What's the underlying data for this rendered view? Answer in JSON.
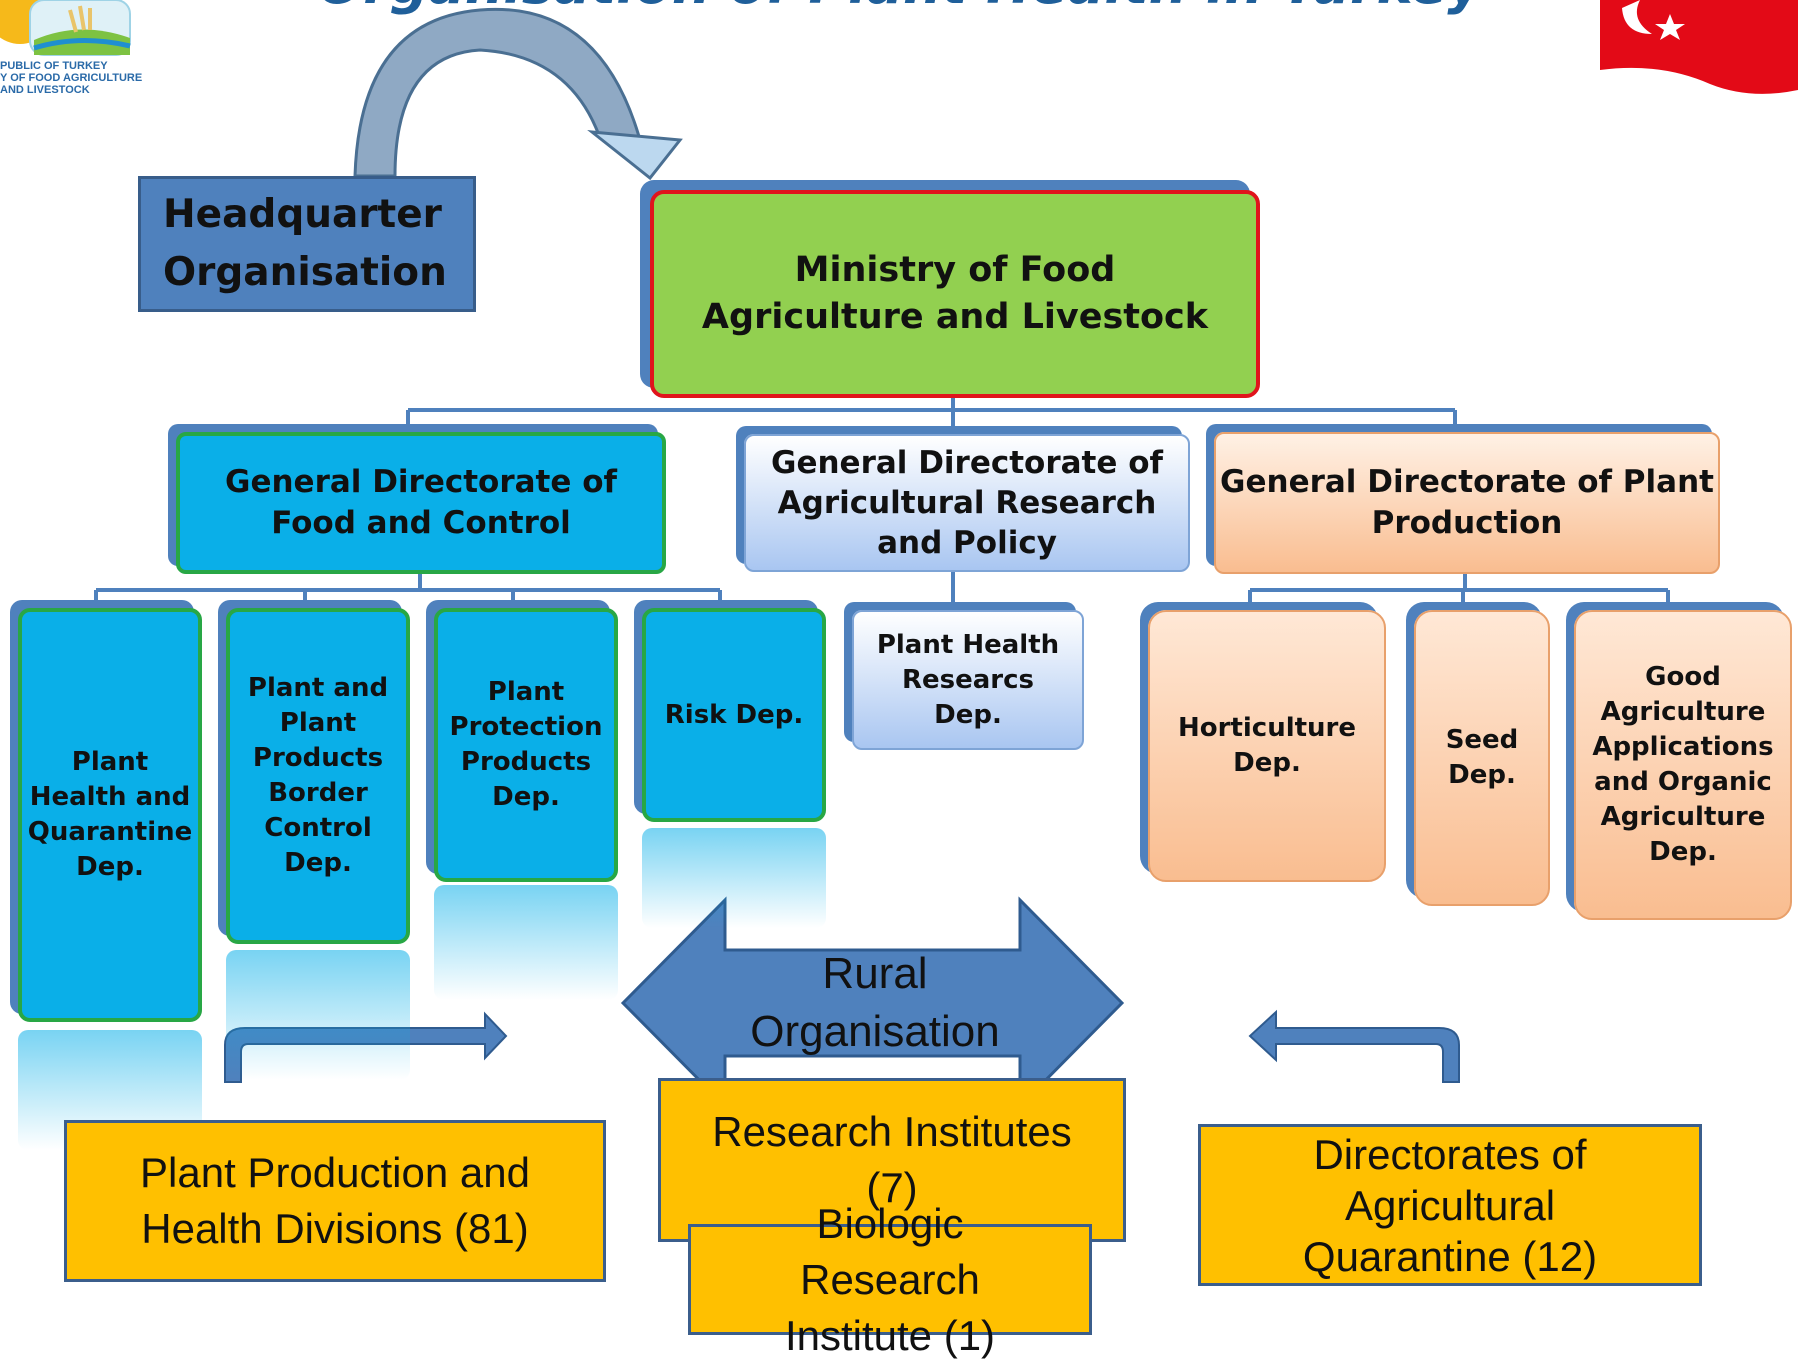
{
  "title": "Organisation of Plant Health in Turkey",
  "logo": {
    "lines": [
      "REPUBLIC OF TURKEY",
      "MINISTRY OF FOOD AGRICULTURE",
      "AND LIVESTOCK"
    ],
    "visible_text": [
      "PUBLIC OF TURKEY",
      "Y OF FOOD AGRICULTURE",
      "AND LIVESTOCK"
    ]
  },
  "headquarter": {
    "label": "Headquarter Organisation"
  },
  "ministry": {
    "label": "Ministry of Food Agriculture and Livestock"
  },
  "directorates": [
    {
      "label": "General Directorate of  Food and Control",
      "color": "#0aafe8"
    },
    {
      "label": "General Directorate of Agricultural Research and Policy",
      "color": "#a9c6f1"
    },
    {
      "label": "General Directorate of Plant Production",
      "color": "#f9bd90"
    }
  ],
  "food_control_departments": [
    {
      "label": "Plant Health and Quarantine Dep."
    },
    {
      "label": "Plant and Plant Products Border Control Dep."
    },
    {
      "label": "Plant Protection Products Dep."
    },
    {
      "label": "Risk Dep."
    }
  ],
  "research_departments": [
    {
      "label": "Plant Health Researcs Dep."
    }
  ],
  "plant_production_departments": [
    {
      "label": "Horticulture Dep."
    },
    {
      "label": "Seed Dep."
    },
    {
      "label": "Good Agriculture Applications and Organic Agriculture Dep."
    }
  ],
  "rural": {
    "label": "Rural Organisation"
  },
  "rural_units": [
    {
      "label": "Plant Production and Health Divisions (81)"
    },
    {
      "label": "Research Institutes (7)"
    },
    {
      "label": "Biologic Research Institute (1)"
    },
    {
      "label": "Directorates of Agricultural Quarantine (12)"
    }
  ],
  "colors": {
    "ministry_fill": "#92d050",
    "ministry_border": "#e0141c",
    "food_control": "#0aafe8",
    "rural_fill": "#ffc000",
    "arrow": "#4f81bd"
  }
}
